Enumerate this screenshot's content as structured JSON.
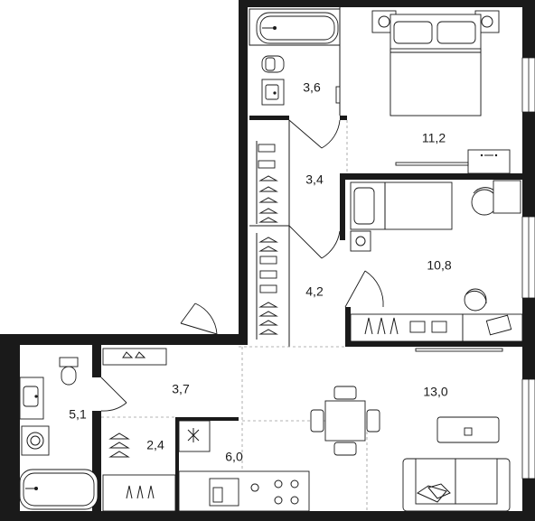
{
  "rooms": [
    {
      "id": "bathroom-1",
      "area": "3,6"
    },
    {
      "id": "bedroom-1",
      "area": "11,2"
    },
    {
      "id": "wardrobe-1",
      "area": "3,4"
    },
    {
      "id": "wardrobe-2",
      "area": "4,2"
    },
    {
      "id": "bedroom-2",
      "area": "10,8"
    },
    {
      "id": "bathroom-2",
      "area": "5,1"
    },
    {
      "id": "hallway",
      "area": "3,7"
    },
    {
      "id": "living-room",
      "area": "13,0"
    },
    {
      "id": "storage",
      "area": "2,4"
    },
    {
      "id": "kitchen",
      "area": "6,0"
    }
  ],
  "colors": {
    "wall": "#1a1a1a",
    "line": "#1a1a1a",
    "dashed": "#9a9a9a",
    "background": "#ffffff"
  }
}
